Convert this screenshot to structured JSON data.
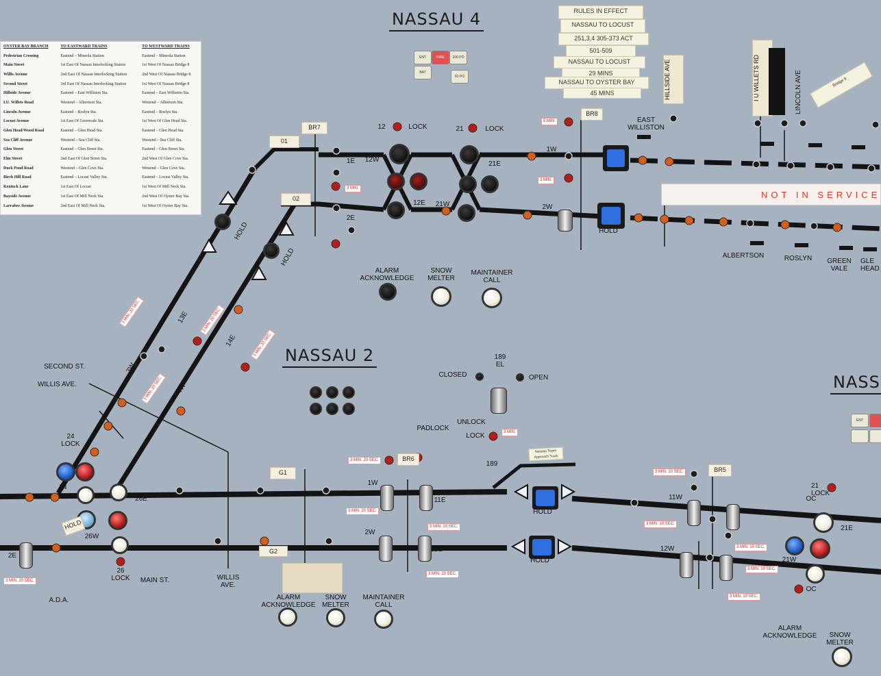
{
  "titles": {
    "nassau4": "NASSAU 4",
    "nassau2": "NASSAU 2",
    "nassau_partial": "NASS"
  },
  "rules_note": [
    "RULES IN EFFECT",
    "NASSAU TO LOCUST",
    "251,3,4 305-373 ACT",
    "501-509",
    "NASSAU TO LOCUST",
    "29 MINS",
    "NASSAU TO OYSTER BAY",
    "45 MINS"
  ],
  "notice": {
    "headers": [
      "OYSTER BAY BRANCH",
      "TO EASTWARD TRAINS",
      "TO WESTWARD TRAINS"
    ],
    "rows": [
      [
        "Pedestrian Crossing",
        "Eastend – Mineola Station",
        "Eastend – Mineola Station"
      ],
      [
        "Main Street",
        "1st East Of Nassau Interlocking Station",
        "1st West Of Nassau Bridge 8"
      ],
      [
        "Willis Avenue",
        "2nd East Of Nassau Interlocking Station",
        "2nd West Of Nassau Bridge 8"
      ],
      [
        "Second Street",
        "3rd East Of Nassau Interlocking Station",
        "1st West Of Nassau Bridge 8"
      ],
      [
        "Hillside Avenue",
        "Eastend – East Williston Sta.",
        "Eastend – East Williston Sta."
      ],
      [
        "I.U. Willets Road",
        "Westend – Albertson Sta.",
        "Westend – Albertson Sta."
      ],
      [
        "Lincoln Avenue",
        "Eastend – Roslyn Sta.",
        "Eastend – Roslyn Sta."
      ],
      [
        "Locust Avenue",
        "1st East Of Greenvale Sta.",
        "1st West Of Glen Head Sta."
      ],
      [
        "Glen Head/Wood Road",
        "Eastend – Glen Head Sta.",
        "Eastend – Glen Head Sta."
      ],
      [
        "Sea Cliff Avenue",
        "Westend – Sea Cliff Sta.",
        "Westend – Sea Cliff Sta."
      ],
      [
        "Glen Street",
        "Eastend – Glen Street Sta.",
        "Eastend – Glen Street Sta."
      ],
      [
        "Elm Street",
        "2nd East Of Glen Street Sta.",
        "2nd West Of Glen Cove Sta."
      ],
      [
        "Duck Pond Road",
        "Westend – Glen Cove Sta.",
        "Westend – Glen Cove Sta."
      ],
      [
        "Birch Hill Road",
        "Eastend – Locust Valley Sta.",
        "Eastend – Locust Valley Sta."
      ],
      [
        "Kentuck Lane",
        "1st East Of Locust",
        "1st West Of Mill Neck Sta."
      ],
      [
        "Bayside Avenue",
        "1st East Of Mill Neck Sta.",
        "2nd West Of Oyster Bay Sta."
      ],
      [
        "Larrabee Avenue",
        "2nd East Of Mill Neck Sta.",
        "1st West Of Oyster Bay Sta."
      ]
    ]
  },
  "keyset_top": [
    "ENT",
    "FIRE",
    "100 PO",
    "BAT",
    "60 PO"
  ],
  "keyset_right": [
    "ENT",
    "",
    "",
    ""
  ],
  "station_labels": {
    "east_williston": "EAST\nWILLISTON",
    "albertson": "ALBERTSON",
    "roslyn": "ROSLYN",
    "green_vale": "GREEN\nVALE",
    "glen_head": "GLE\nHEAD",
    "hillside_ave": "HILLSIDE AVE",
    "iu_willets_rd": "I U WILLETS RD",
    "lincoln_ave": "LINCOLN AVE"
  },
  "not_in_service": "NOT IN SERVICE",
  "controls_upper": {
    "alarm": "ALARM\nACKNOWLEDGE",
    "snow": "SNOW\nMELTER",
    "maintainer": "MAINTAINER\nCALL"
  },
  "controls_lower": {
    "alarm": "ALARM\nACKNOWLEDGE",
    "snow": "SNOW\nMELTER",
    "maintainer": "MAINTAINER\nCALL"
  },
  "controls_right": {
    "alarm": "ALARM\nACKNOWLEDGE",
    "snow": "SNOW\nMELTER"
  },
  "track_labels": {
    "lock12": "12",
    "lock12_word": "LOCK",
    "lock21": "21",
    "lock21_word": "LOCK",
    "w12": "12W",
    "e1": "1E",
    "e21": "21E",
    "e12": "12E",
    "w21": "21W",
    "e2": "2E",
    "w1": "1W",
    "w2": "2W",
    "hold1": "HOLD",
    "hold2": "HOLD",
    "hold3": "HOLD",
    "hold4": "HOLD",
    "hold5": "HOLD",
    "e13": "13E",
    "e14": "14E",
    "w3": "3W",
    "w4": "4W",
    "second_st": "SECOND ST.",
    "willis_ave": "WILLIS AVE.",
    "lock24": "24\nLOCK",
    "n24": "24",
    "e26": "26E",
    "w26": "26W",
    "lock26": "26\nLOCK",
    "main_st": "MAIN ST.",
    "willis_ave_lower": "WILLIS\nAVE.",
    "ada": "A.D.A.",
    "e2_lower": "2E",
    "w1_lower": "1W",
    "e11": "11E",
    "w2_lower": "2W",
    "e12_lower": "12E",
    "closed": "CLOSED",
    "el189": "189\nEL",
    "open": "OPEN",
    "padlock": "PADLOCK",
    "unlock": "UNLOCK",
    "lock": "LOCK",
    "n189": "189",
    "w11": "11W",
    "w12_lower": "12W",
    "w21_lower": "21W",
    "oc1": "OC",
    "oc2": "OC",
    "lock21_lower": "21\nLOCK",
    "e21_lower": "21E"
  },
  "tags": {
    "br7": "BR7",
    "o1": "01",
    "o2": "02",
    "br8": "BR8",
    "g1": "G1",
    "g2": "G2",
    "br6": "BR6",
    "br5": "BR5"
  },
  "timer_tags": {
    "t1": "5 MIN.",
    "t2": "3 MIN.",
    "t3": "3 MIN.",
    "t4": "3 MIN. 20 SEC.",
    "t5": "3 MIN. 20 SEC.",
    "t6": "3 MIN. 20 SEC.",
    "t7": "3 MIN. 20 SEC.",
    "t8": "3 MIN. 20 SEC.",
    "t9": "3 MIN. 20 SEC.",
    "t10": "3 MIN. 10 SEC.",
    "t11": "3 MIN. 20 SEC.",
    "t12": "3 MIN.",
    "t13": "3 MIN. 10 SEC.",
    "t14": "3 MIN. 10 SEC.",
    "t15": "3 MIN. 10 SEC.",
    "t16": "3 MIN. 10 SEC.",
    "t17": "3 MIN. 10 SEC.",
    "t18": "3 MIN. 20 SEC."
  },
  "white_note": "Nassau Tower Approach Track",
  "bridge_tag": "Bridge 8",
  "colors": {
    "panel": "#a7b2c0",
    "track": "#141414",
    "amber_lamp": "#d2601e",
    "red_lamp": "#b51e1e",
    "blue_lamp": "#1f5fc4"
  }
}
